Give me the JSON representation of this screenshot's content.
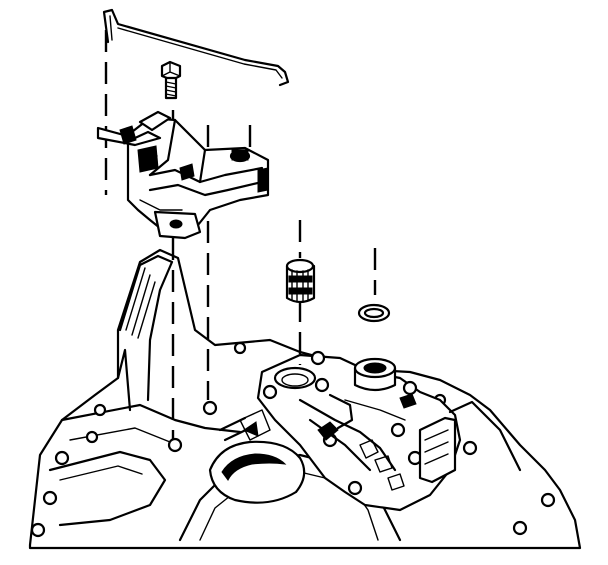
{
  "figure": {
    "kind": "exploded-view line drawing",
    "parts": [
      "linkage-rod",
      "bolt",
      "bracket-assembly",
      "spring-sleeve",
      "o-ring",
      "valve-body-housing",
      "transmission-case",
      "manual-valve-detent"
    ],
    "colors": {
      "ink": "#000000",
      "paper": "#ffffff"
    }
  }
}
